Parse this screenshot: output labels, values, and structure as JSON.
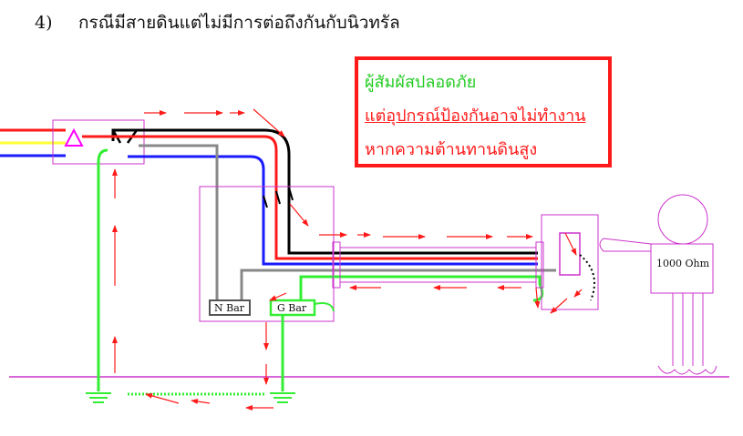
{
  "heading": {
    "number": "4)",
    "text": "กรณีมีสายดินแต่ไม่มีการต่อถึงกันกับนิวทรัล"
  },
  "warning": {
    "line1": "ผู้สัมผัสปลอดภัย",
    "line2": "แต่อุปกรณ์ป้องกันอาจไม่ทำงาน",
    "line3": "หากความต้านทานดินสูง"
  },
  "labels": {
    "n_bar": "N Bar",
    "g_bar": "G Bar",
    "body_resistance": "1000 Ohm"
  },
  "colors": {
    "line": "#ff1a1a",
    "neutral": "#1a1aff",
    "phase_yellow": "#ffff33",
    "ground": "#33ee33",
    "neutral_gray": "#888888",
    "enclosure": "#cc33cc",
    "arrow": "#ff1a1a",
    "black": "#000000"
  }
}
